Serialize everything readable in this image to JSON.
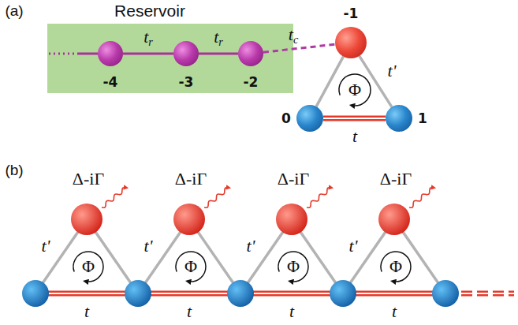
{
  "diagram": {
    "nodes": [
      {
        "text": [
          "Reservoir"
        ]
      },
      {
        "text": [
          "-4"
        ],
        "in": 0
      },
      {
        "text": [
          "-3"
        ],
        "in": 0
      },
      {
        "text": [
          "-2"
        ],
        "in": 0
      },
      {
        "text": [
          "-1"
        ]
      },
      {
        "text": [
          "0"
        ]
      },
      {
        "text": [
          "1"
        ]
      }
    ],
    "edges": [
      {
        "from": 1,
        "to": 2,
        "arrow": "none",
        "label": "tr"
      },
      {
        "from": 2,
        "to": 3,
        "arrow": "none",
        "label": "tr"
      },
      {
        "from": 3,
        "to": 4,
        "arrow": "none",
        "label": "tc"
      },
      {
        "from": 4,
        "to": 6,
        "arrow": "none",
        "label": "t'"
      },
      {
        "from": 4,
        "to": 5,
        "arrow": "none"
      },
      {
        "from": 5,
        "to": 6,
        "arrow": "none",
        "label": "t"
      }
    ],
    "labels": [
      "(a)",
      "Φ",
      "(b)",
      "Δ-iΓ",
      "t'",
      "Φ",
      "t",
      "Δ-iΓ",
      "t'",
      "Φ",
      "t",
      "Δ-iΓ",
      "t'",
      "Φ",
      "t",
      "Δ-iΓ",
      "t'",
      "Φ",
      "t"
    ]
  }
}
